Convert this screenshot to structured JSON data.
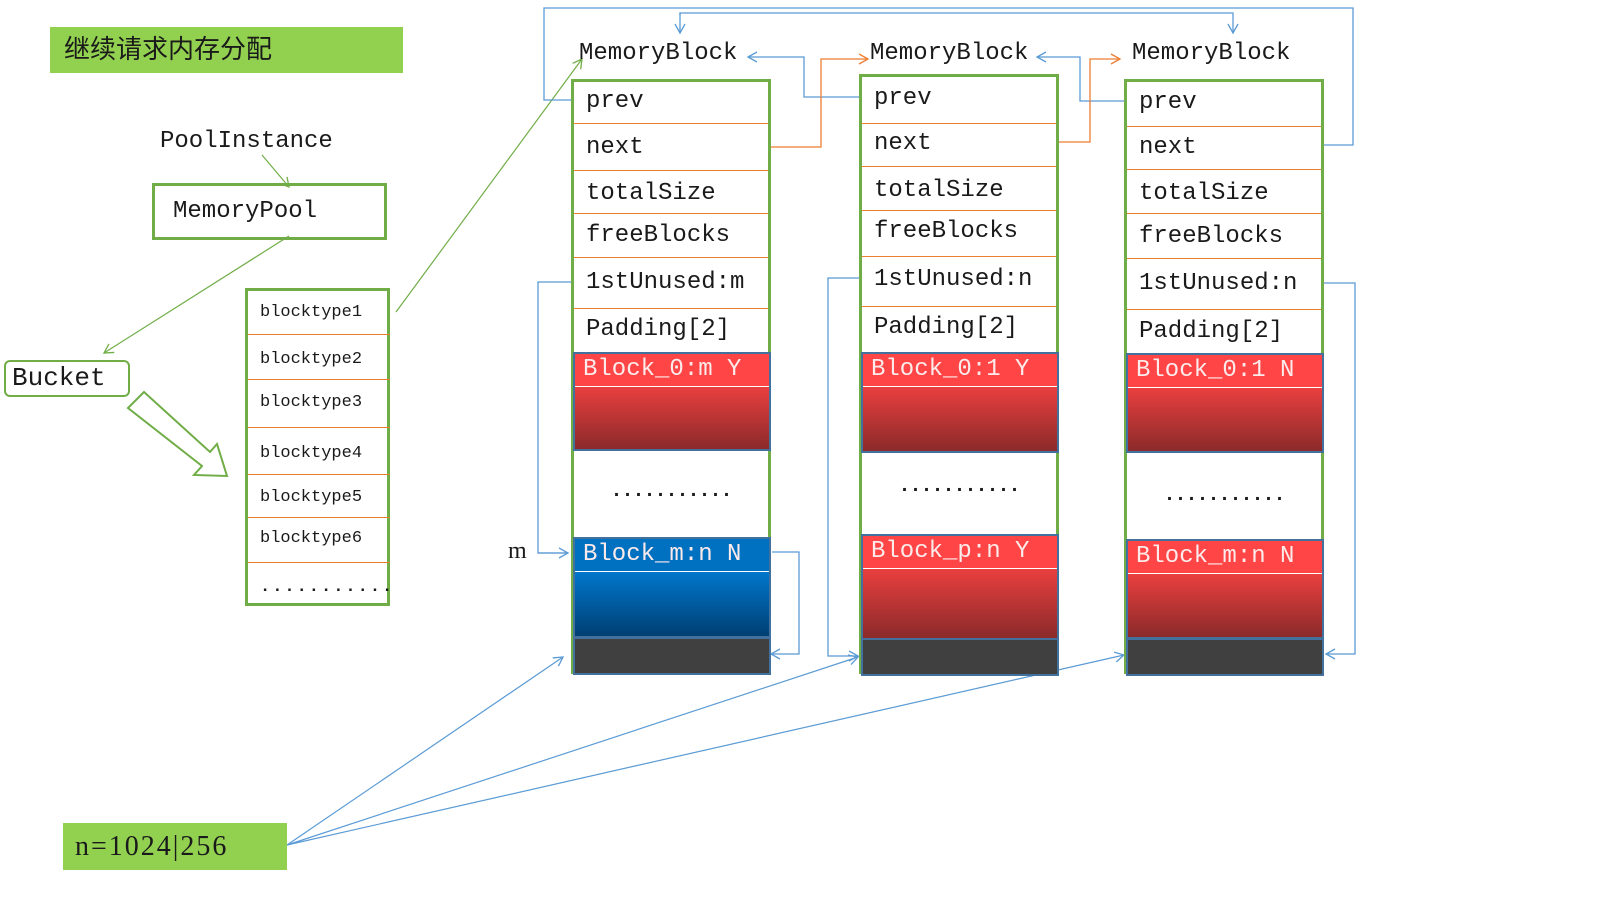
{
  "title": "继续请求内存分配",
  "pool_instance_label": "PoolInstance",
  "memory_pool_label": "MemoryPool",
  "bucket_label": "Bucket",
  "blocktypes": [
    "blocktype1",
    "blocktype2",
    "blocktype3",
    "blocktype4",
    "blocktype5",
    "blocktype6",
    "..........."
  ],
  "memory_blocks": [
    {
      "title": "MemoryBlock",
      "fields": [
        "prev",
        "next",
        "totalSize",
        "freeBlocks",
        "1stUnused:m",
        "Padding[2]"
      ],
      "first_block": {
        "label": "Block_0:m Y",
        "color": "red"
      },
      "ellipsis": "...........",
      "last_block": {
        "label": "Block_m:n N",
        "color": "blue"
      }
    },
    {
      "title": "MemoryBlock",
      "fields": [
        "prev",
        "next",
        "totalSize",
        "freeBlocks",
        "1stUnused:n",
        "Padding[2]"
      ],
      "first_block": {
        "label": "Block_0:1 Y",
        "color": "red"
      },
      "ellipsis": "...........",
      "last_block": {
        "label": "Block_p:n Y",
        "color": "red"
      }
    },
    {
      "title": "MemoryBlock",
      "fields": [
        "prev",
        "next",
        "totalSize",
        "freeBlocks",
        "1stUnused:n",
        "Padding[2]"
      ],
      "first_block": {
        "label": "Block_0:1 N",
        "color": "red"
      },
      "ellipsis": "...........",
      "last_block": {
        "label": "Block_m:n N",
        "color": "red"
      }
    }
  ],
  "m_marker_label": "m",
  "n_label": "n=1024|256",
  "colors": {
    "banner_green": "#92d050",
    "border_green": "#70ad47",
    "divider_orange": "#ed7d31",
    "link_blue": "#5b9bd5",
    "used_red": "#ff4545",
    "free_blue": "#0070c0",
    "trailer_gray": "#404040"
  }
}
